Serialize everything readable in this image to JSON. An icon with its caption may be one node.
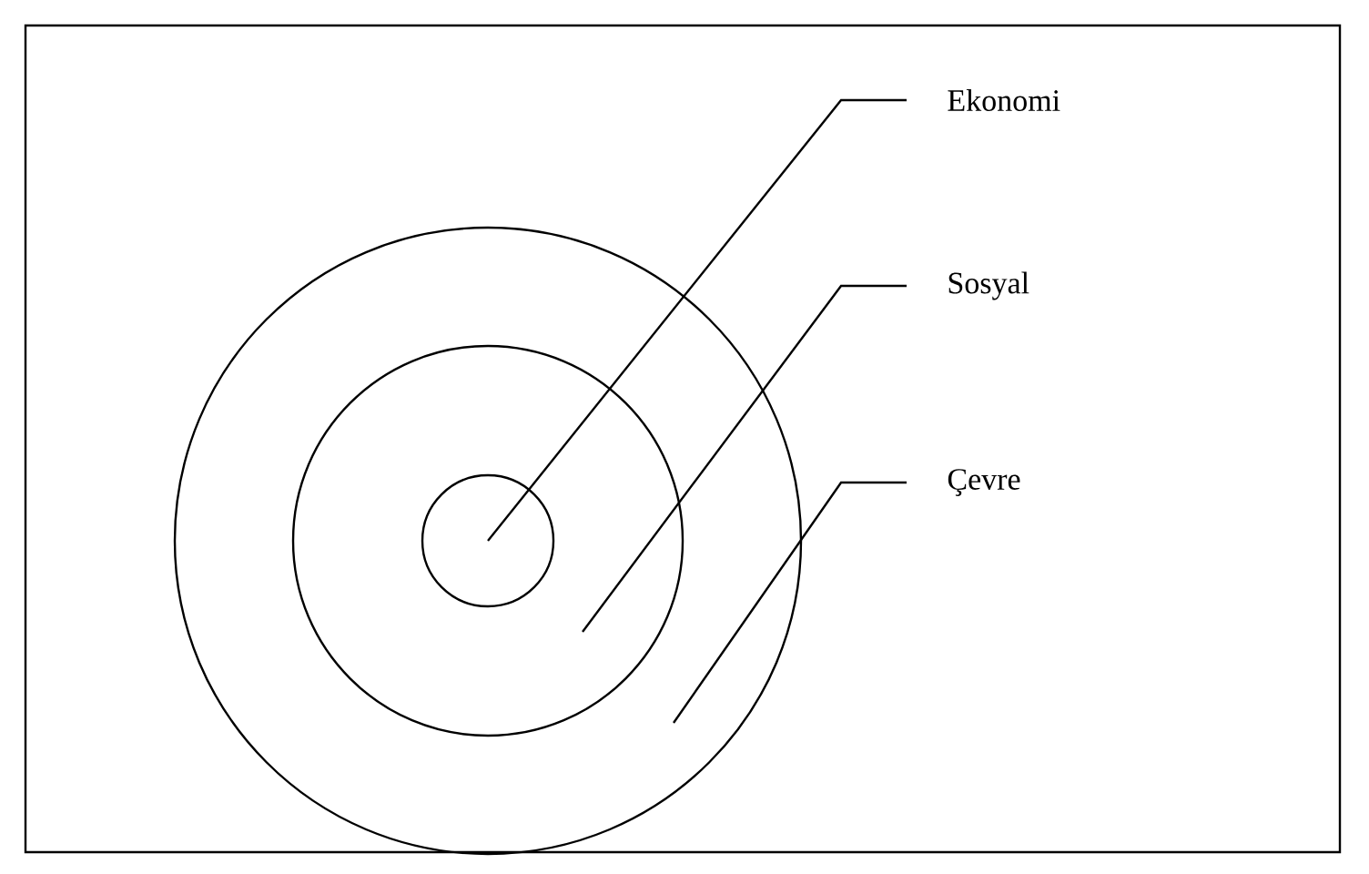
{
  "diagram": {
    "nodes": [
      {
        "text": [],
        "shape": "circle"
      },
      {
        "text": [],
        "shape": "circle",
        "in": 0
      },
      {
        "text": [],
        "shape": "circle",
        "in": 1
      },
      {
        "text": [
          "Ekonomi"
        ]
      },
      {
        "text": [
          "Sosyal"
        ]
      },
      {
        "text": [
          "Çevre"
        ]
      }
    ],
    "edges": [
      {
        "from": 3,
        "to": 2,
        "arrow": "none"
      },
      {
        "from": 4,
        "to": 1,
        "arrow": "none"
      },
      {
        "from": 5,
        "to": 0,
        "arrow": "none"
      }
    ]
  }
}
